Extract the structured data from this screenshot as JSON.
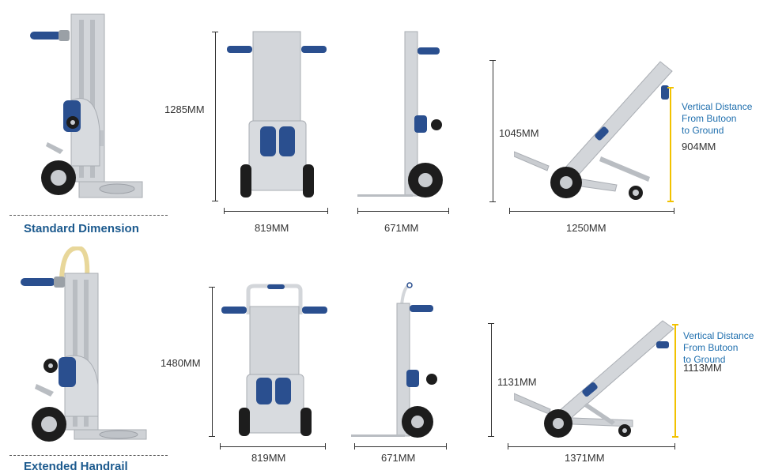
{
  "sections": [
    {
      "caption": "Standard Dimension",
      "front_height": "1285MM",
      "front_width": "819MM",
      "side_depth": "671MM",
      "tilted_height": "1045MM",
      "tilted_length": "1250MM",
      "note_lines": [
        "Vertical Distance",
        "From Butoon",
        "to Ground"
      ],
      "note_value": "904MM"
    },
    {
      "caption": "Extended Handrail",
      "front_height": "1480MM",
      "front_width": "819MM",
      "side_depth": "671MM",
      "tilted_height": "1131MM",
      "tilted_length": "1371MM",
      "note_lines": [
        "Vertical Distance",
        "From Butoon",
        "to Ground"
      ],
      "note_value": "1113MM"
    }
  ],
  "colors": {
    "frame": "#d3d6da",
    "frame_dark": "#a9adb3",
    "accent_blue": "#2a4f8f",
    "tire": "#1d1d1d",
    "hub": "#c9ccd0",
    "measure_yellow": "#f2c200",
    "caption_blue": "#1c5a8e"
  }
}
